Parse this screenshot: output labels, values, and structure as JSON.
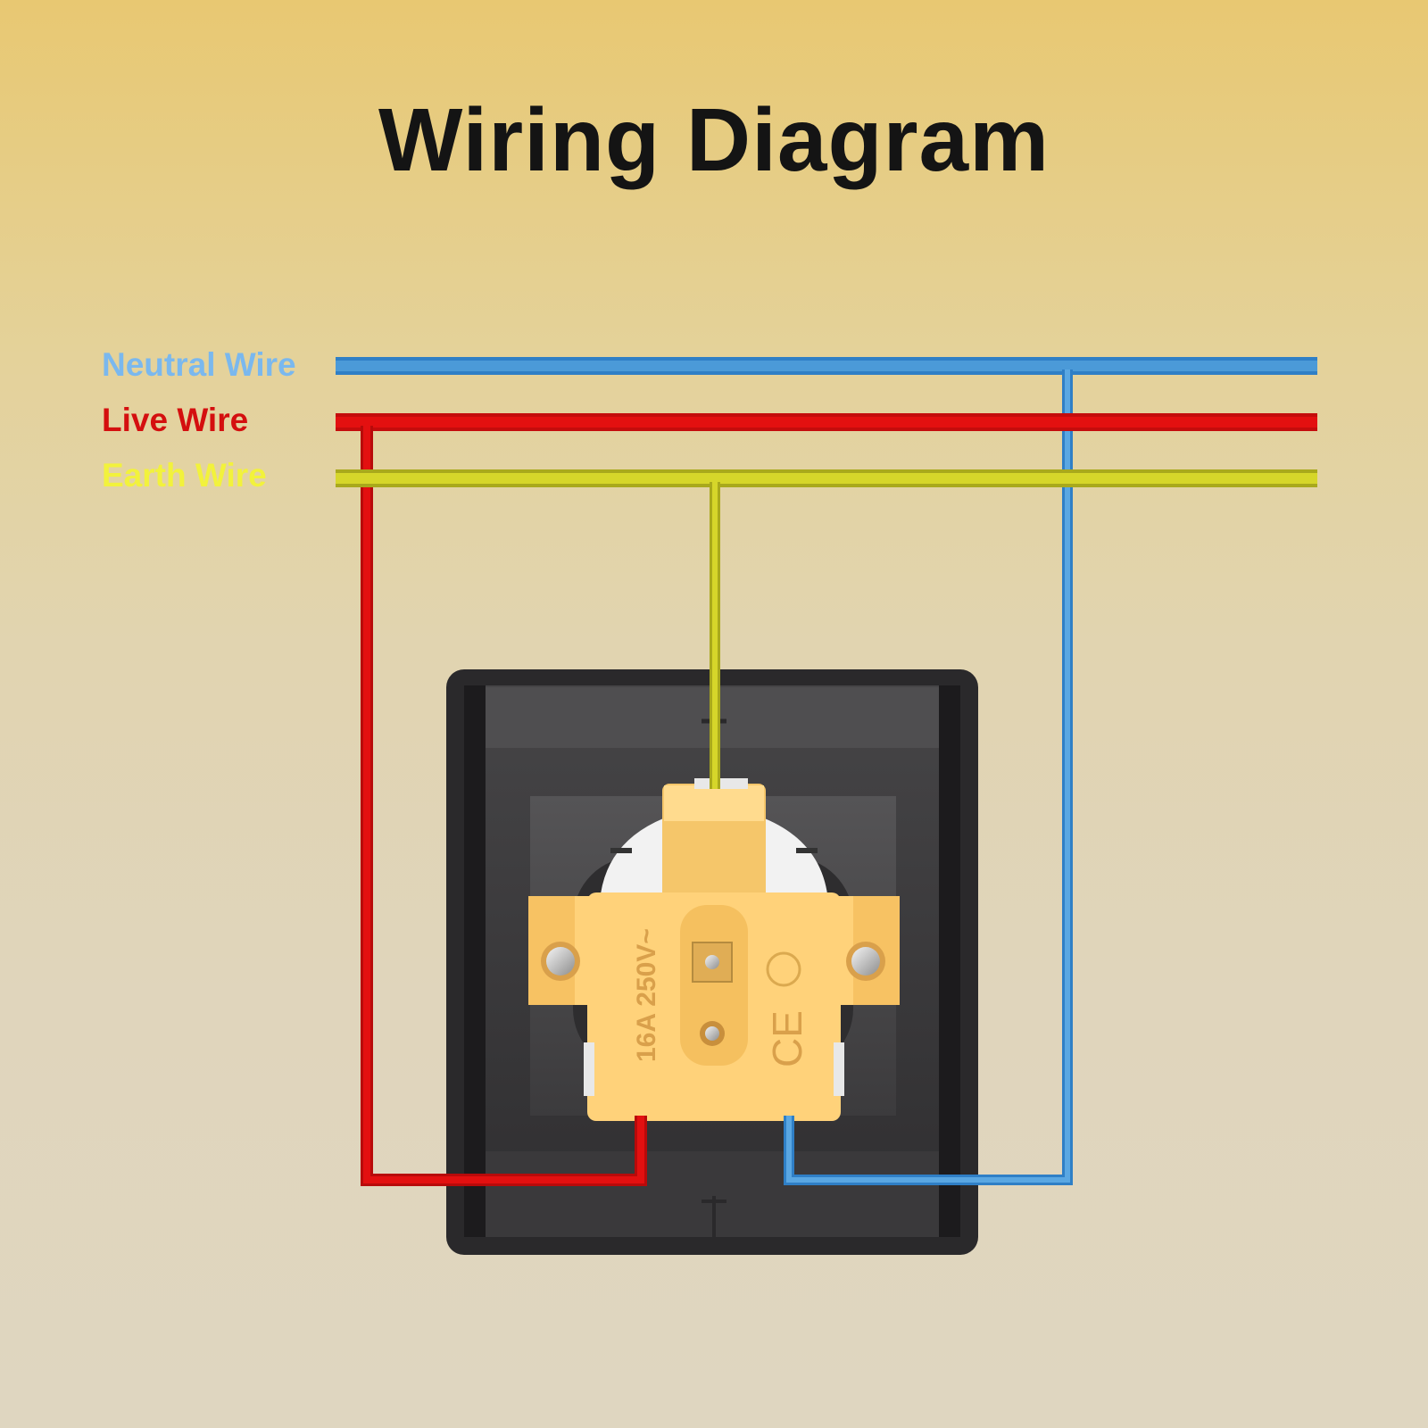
{
  "title": "Wiring Diagram",
  "wires": [
    {
      "id": "neutral",
      "label": "Neutral Wire",
      "color": "#4b9ad8",
      "label_color": "#7ab8ee"
    },
    {
      "id": "live",
      "label": "Live Wire",
      "color": "#e31010",
      "label_color": "#d40f0f"
    },
    {
      "id": "earth",
      "label": "Earth Wire",
      "color": "#cbcb22",
      "label_color": "#f2f23c"
    }
  ],
  "socket": {
    "rating_text": "16A 250V~",
    "body_color": "#ffd27a",
    "plate_color": "#3a393b"
  }
}
